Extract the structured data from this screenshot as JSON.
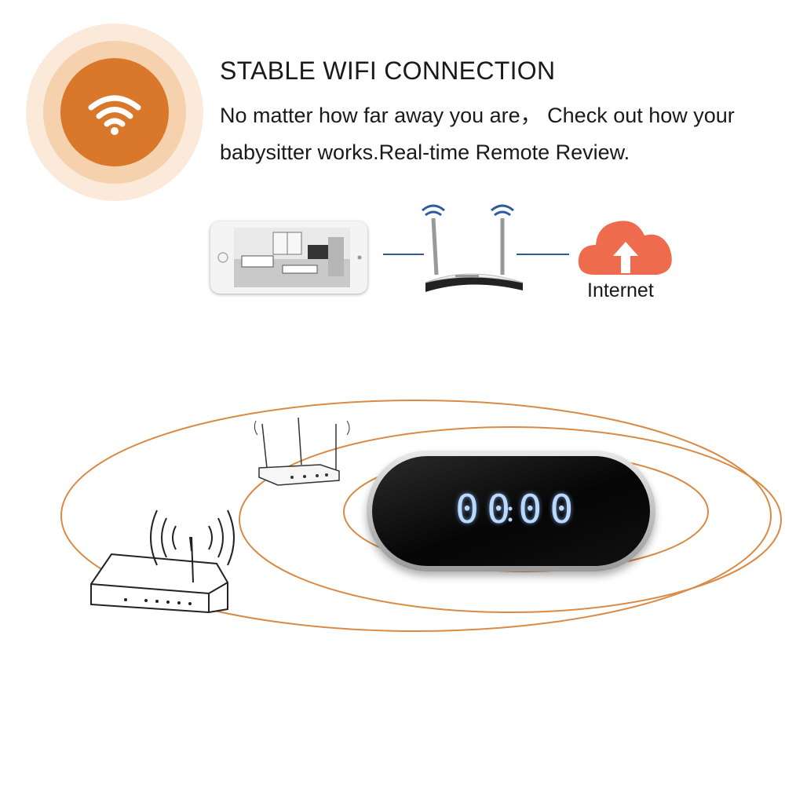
{
  "header": {
    "title": "STABLE WIFI CONNECTION",
    "description": "No matter how far away you are， Check out how your babysitter works.Real-time Remote Review.",
    "badge_icon": "wifi-icon"
  },
  "diagram": {
    "internet_label": "Internet",
    "icons": [
      "smartphone-icon",
      "router-icon",
      "cloud-upload-icon",
      "wifi-signal-icon"
    ]
  },
  "device": {
    "display": "00:00",
    "digits": "0000"
  },
  "colors": {
    "accent": "#d9772a",
    "cloud": "#ee6b4d",
    "signal": "#2d5a9c",
    "orbit": "#d98a45",
    "clock_digits": "#b9d9ff"
  }
}
